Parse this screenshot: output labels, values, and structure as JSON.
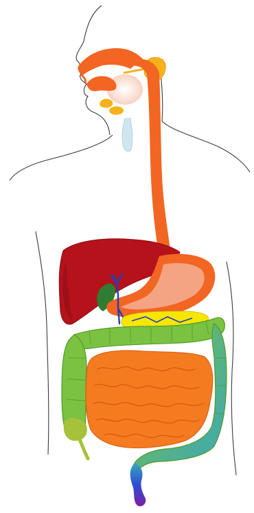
{
  "diagram": {
    "kind": "human digestive system illustration",
    "labels_visible": false,
    "colors": {
      "outline": "#3a3a3a",
      "esophagus": "#f26522",
      "salivary_gland": "#f7b21b",
      "pharynx_tint": "#f6c9b6",
      "trachea": "#cfe6f0",
      "liver": "#b5121b",
      "liver_shadow": "#8e0f16",
      "stomach": "#f26522",
      "stomach_inner": "#f4a483",
      "gallbladder": "#2e7d32",
      "bile_duct": "#1f3fbf",
      "pancreas": "#f7e600",
      "small_intestine": "#f47b20",
      "small_intestine_line": "#d85a10",
      "large_intestine": "#7cc242",
      "large_intestine_dark": "#4f9a2a",
      "rectum_start": "#3ba7b8",
      "rectum_mid": "#2d4fd6",
      "rectum_end": "#7a1fa2",
      "appendix": "#a6c23a"
    },
    "parts": [
      "head-outline",
      "torso-outline",
      "mouth-tongue",
      "salivary-glands",
      "esophagus",
      "trachea",
      "liver",
      "gallbladder",
      "bile-duct",
      "stomach",
      "pancreas",
      "small-intestine",
      "large-intestine",
      "appendix",
      "rectum"
    ]
  }
}
